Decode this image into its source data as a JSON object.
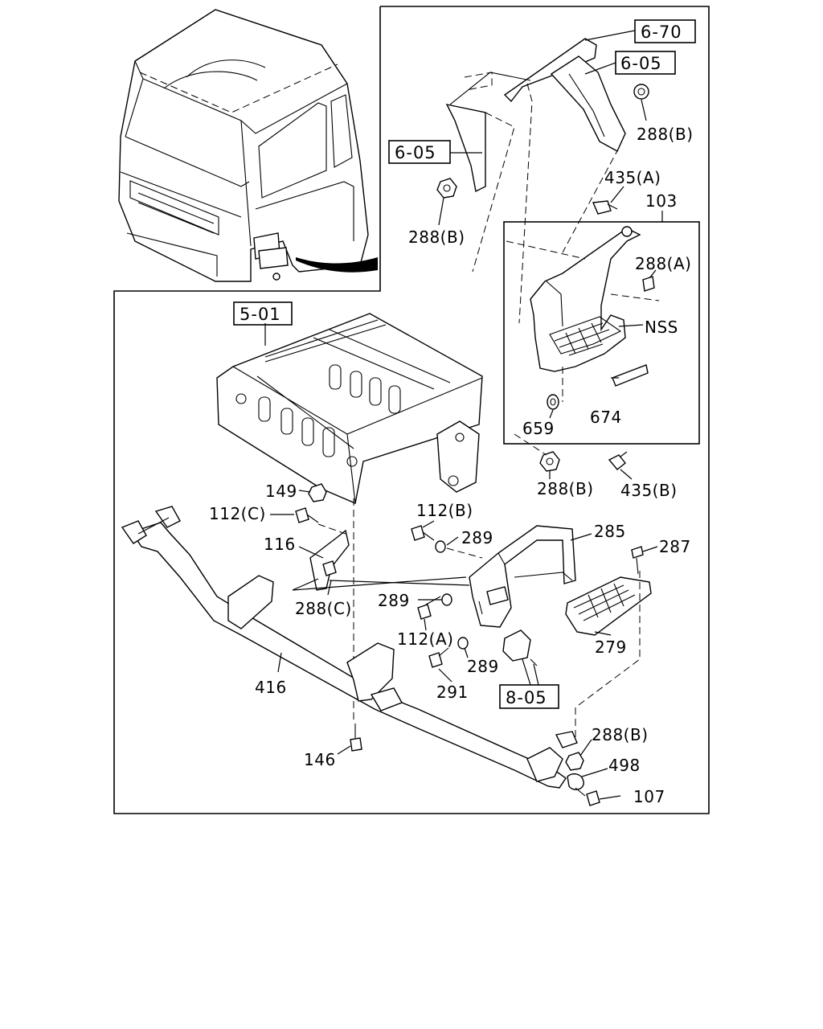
{
  "references": {
    "ref_670": "6-70",
    "ref_605_top": "6-05",
    "ref_605_left": "6-05",
    "ref_501": "5-01",
    "ref_805": "8-05"
  },
  "labels": {
    "p288b_1": "288(B)",
    "p288b_2": "288(B)",
    "p435a": "435(A)",
    "p103": "103",
    "p288a": "288(A)",
    "nss": "NSS",
    "p674": "674",
    "p659": "659",
    "p288b_3": "288(B)",
    "p435b": "435(B)",
    "p149": "149",
    "p112c": "112(C)",
    "p116": "116",
    "p288c": "288(C)",
    "p112b": "112(B)",
    "p289_1": "289",
    "p285": "285",
    "p287": "287",
    "p289_2": "289",
    "p112a": "112(A)",
    "p289_3": "289",
    "p279": "279",
    "p291": "291",
    "p416": "416",
    "p288b_4": "288(B)",
    "p498": "498",
    "p146": "146",
    "p107": "107"
  }
}
